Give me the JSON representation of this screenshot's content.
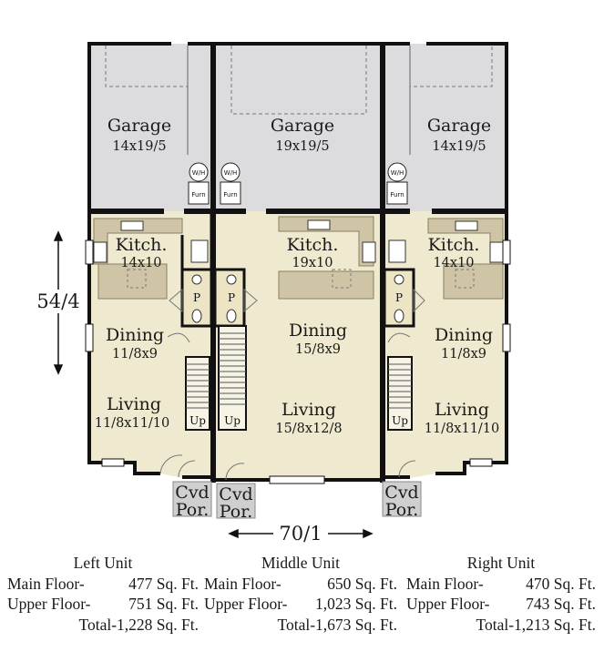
{
  "units": [
    {
      "id": "left",
      "garage": {
        "name": "Garage",
        "dim": "14x19/5"
      },
      "kitchen": {
        "name": "Kitch.",
        "dim": "14x10"
      },
      "dining": {
        "name": "Dining",
        "dim": "11/8x9"
      },
      "living": {
        "name": "Living",
        "dim": "11/8x11/10"
      },
      "porch": [
        "Cvd",
        "Por."
      ],
      "wh": "W/H",
      "furn": "Furn",
      "powder": "P",
      "stairs": "Up"
    },
    {
      "id": "middle",
      "garage": {
        "name": "Garage",
        "dim": "19x19/5"
      },
      "kitchen": {
        "name": "Kitch.",
        "dim": "19x10"
      },
      "dining": {
        "name": "Dining",
        "dim": "15/8x9"
      },
      "living": {
        "name": "Living",
        "dim": "15/8x12/8"
      },
      "porch": [
        "Cvd",
        "Por."
      ],
      "wh": "W/H",
      "furn": "Furn",
      "powder": "P",
      "stairs": "Up"
    },
    {
      "id": "right",
      "garage": {
        "name": "Garage",
        "dim": "14x19/5"
      },
      "kitchen": {
        "name": "Kitch.",
        "dim": "14x10"
      },
      "dining": {
        "name": "Dining",
        "dim": "11/8x9"
      },
      "living": {
        "name": "Living",
        "dim": "11/8x11/10"
      },
      "porch": [
        "Cvd",
        "Por."
      ],
      "wh": "W/H",
      "furn": "Furn",
      "powder": "P",
      "stairs": "Up"
    }
  ],
  "dimensions": {
    "depth": "54/4",
    "width": "70/1"
  },
  "summary": [
    {
      "title": "Left Unit",
      "main_label": "Main Floor-",
      "main_value": "477 Sq. Ft.",
      "upper_label": "Upper Floor-",
      "upper_value": "751 Sq. Ft.",
      "total": "Total-1,228 Sq. Ft."
    },
    {
      "title": "Middle Unit",
      "main_label": "Main Floor-",
      "main_value": "650 Sq. Ft.",
      "upper_label": "Upper Floor-",
      "upper_value": "1,023 Sq. Ft.",
      "total": "Total-1,673 Sq. Ft."
    },
    {
      "title": "Right Unit",
      "main_label": "Main Floor-",
      "main_value": "470 Sq. Ft.",
      "upper_label": "Upper Floor-",
      "upper_value": "743 Sq. Ft.",
      "total": "Total-1,213 Sq. Ft."
    }
  ],
  "colors": {
    "garage": "#dcdcdf",
    "living": "#efe9cf",
    "kitchen": "#cfc5a6",
    "wall": "#111111",
    "porch": "#cfcfcf"
  }
}
